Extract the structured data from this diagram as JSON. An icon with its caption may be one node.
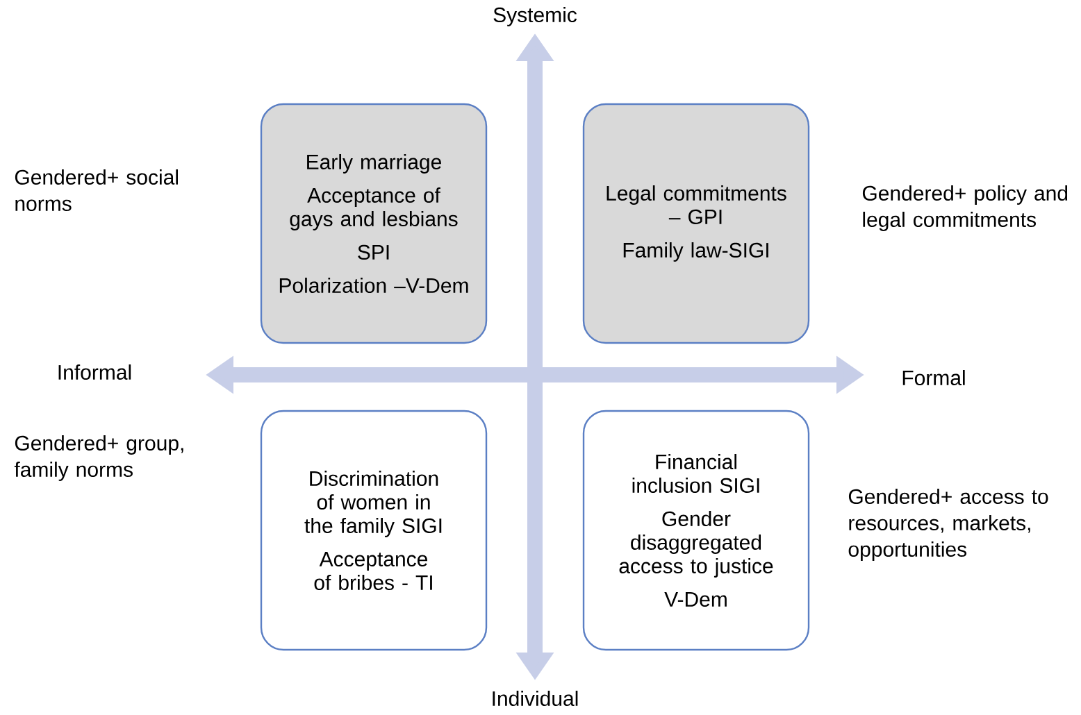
{
  "diagram": {
    "nodes": [
      {
        "text": [
          "Early marriage",
          "Acceptance of gays and lesbians",
          "SPI",
          "Polarization –V-Dem"
        ]
      },
      {
        "text": [
          "Legal commitments – GPI",
          "Family law-SIGI"
        ]
      },
      {
        "text": [
          "Discrimination of women in the family  SIGI",
          "Acceptance of bribes - TI"
        ]
      },
      {
        "text": [
          "Financial inclusion SIGI",
          "Gender disaggregated access to justice",
          "V-Dem"
        ]
      }
    ],
    "labels": [
      "Systemic",
      "Gendered+ social norms",
      "Gendered+ policy and legal commitments",
      "Informal",
      "Formal",
      "Gendered+ group, family norms",
      "Gendered+ access to resources, markets, opportunities",
      "Individual"
    ]
  }
}
